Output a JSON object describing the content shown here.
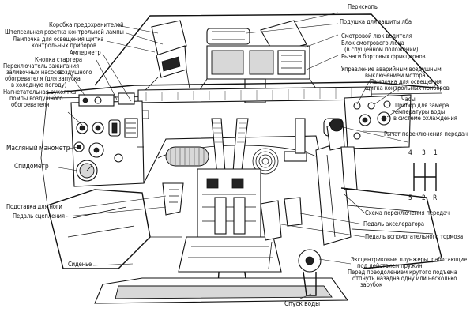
{
  "labels": {
    "periscopes": "Перископы",
    "forehead_pad": "Подушка для защиты лба",
    "driver_hatch": "Смотровой люк водителя",
    "hatch_block_1": "Блок смотрового люка",
    "hatch_block_2": "(в спущенном положении)",
    "steering_levers": "Рычаги бортовых фрикционов",
    "fuse_box": "Коробка предохранителей",
    "panel_socket": "Штепсельная розетка контрольной лампы",
    "panel_lamp_1": "Лампочка для освещения щитка",
    "panel_lamp_2": "контрольных приборов",
    "ammeter": "Амперметр",
    "starter_button": "Кнопка стартера",
    "ignition_switch_1": "Переключатель зажигания",
    "ignition_switch_2": "заливочных насосов",
    "ignition_switch_3": "воздушного",
    "ignition_switch_4": "обогревателя (для запуска",
    "ignition_switch_5": "в холодную погоду)",
    "pump_handle_1": "Нагнетательная рукоятка",
    "pump_handle_2": "помпы воздушного",
    "pump_handle_3": "обогревателя",
    "oil_gauge": "Масляный манометр",
    "speedometer": "Спидометр",
    "footrest": "Подставка для ноги",
    "clutch_pedal": "Педаль сцепления",
    "seat": "Сиденье",
    "air_control_1": "Управление аварийным воздушным",
    "air_control_2": "выключением мотора",
    "air_control_3": "Лампочка для освещения",
    "air_control_4": "щитка контрольных приборов",
    "clock": "Часы",
    "temp_gauge_1": "Прибор для замера",
    "temp_gauge_2": "температуры воды",
    "temp_gauge_3": "в системе охлаждения",
    "gear_lever": "Рычаг переключения передач",
    "gear_scheme": "Схема переключения передач",
    "accelerator": "Педаль акселератора",
    "aux_brake": "Педаль вспомогательного тормоза",
    "plungers_1": "Эксцентриковые плунжеры, работающие",
    "plungers_2": "под действием пружин:",
    "plungers_3": "Перед преодолением крутого подъема",
    "plungers_4": "отпнуть назадна одну или несколько",
    "plungers_5": "зарубок",
    "water_drain": "Спуск воды"
  },
  "gear_pattern": {
    "top": [
      "4",
      "3",
      "1"
    ],
    "bottom": [
      "5",
      "2",
      "R"
    ]
  }
}
